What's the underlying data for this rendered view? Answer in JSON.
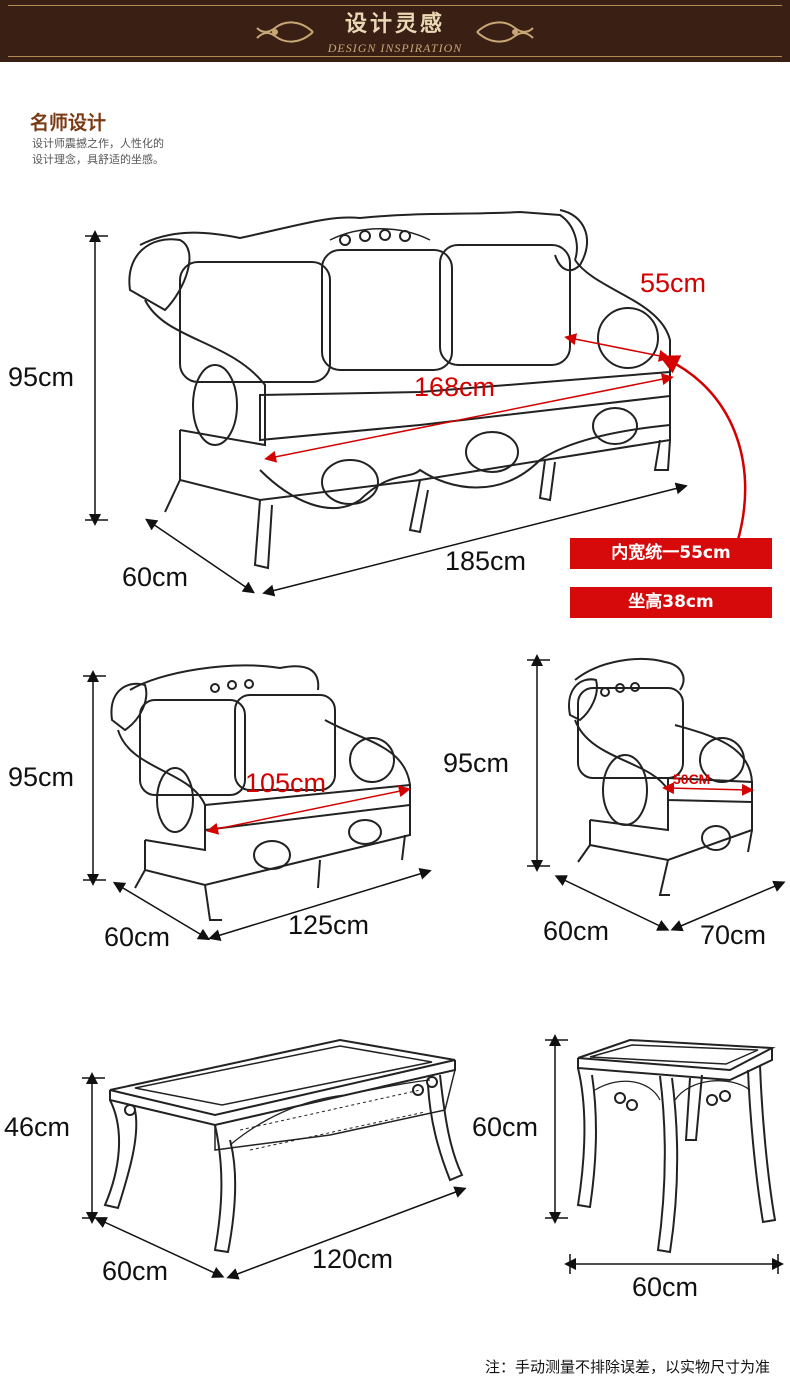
{
  "banner": {
    "title": "设计灵感",
    "subtitle": "DESIGN INSPIRATION"
  },
  "intro": {
    "title": "名师设计",
    "desc_line1": "设计师震撼之作，人性化的",
    "desc_line2": "设计理念，具舒适的坐感。"
  },
  "sofa3": {
    "height": "95cm",
    "depth": "60cm",
    "width": "185cm",
    "seat_width": "168cm",
    "arm_depth": "55cm"
  },
  "badges": {
    "inner_width": "内宽统一55cm",
    "seat_height": "坐高38cm"
  },
  "sofa2": {
    "height": "95cm",
    "depth": "60cm",
    "width": "125cm",
    "seat_width": "105cm"
  },
  "chair": {
    "height": "95cm",
    "seat_width": "50CM",
    "depth": "60cm",
    "width": "70cm"
  },
  "table": {
    "height": "46cm",
    "depth": "60cm",
    "width": "120cm"
  },
  "side_table": {
    "height": "60cm",
    "width": "60cm"
  },
  "note": "注：手动测量不排除误差，以实物尺寸为准",
  "colors": {
    "banner_bg": "#3a1f14",
    "accent_red": "#d40000",
    "title_brown": "#7a3a13"
  }
}
